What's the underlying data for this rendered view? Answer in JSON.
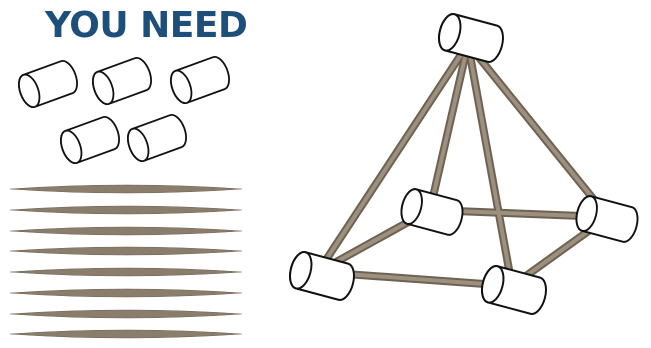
{
  "materials": {
    "title": "YOU NEED",
    "marshmallow_icon": "marshmallow-icon",
    "toothpick_icon": "toothpick-icon",
    "marshmallow_count": 5,
    "toothpick_count": 8
  },
  "model": {
    "shape": "square-pyramid",
    "vertex_count": 5,
    "edge_count": 8
  },
  "colors": {
    "title": "#1e4f7a",
    "outline": "#111111",
    "marshmallow_fill": "#ffffff",
    "toothpick_fill": "#8b7d6b",
    "toothpick_dark": "#6e6253"
  }
}
